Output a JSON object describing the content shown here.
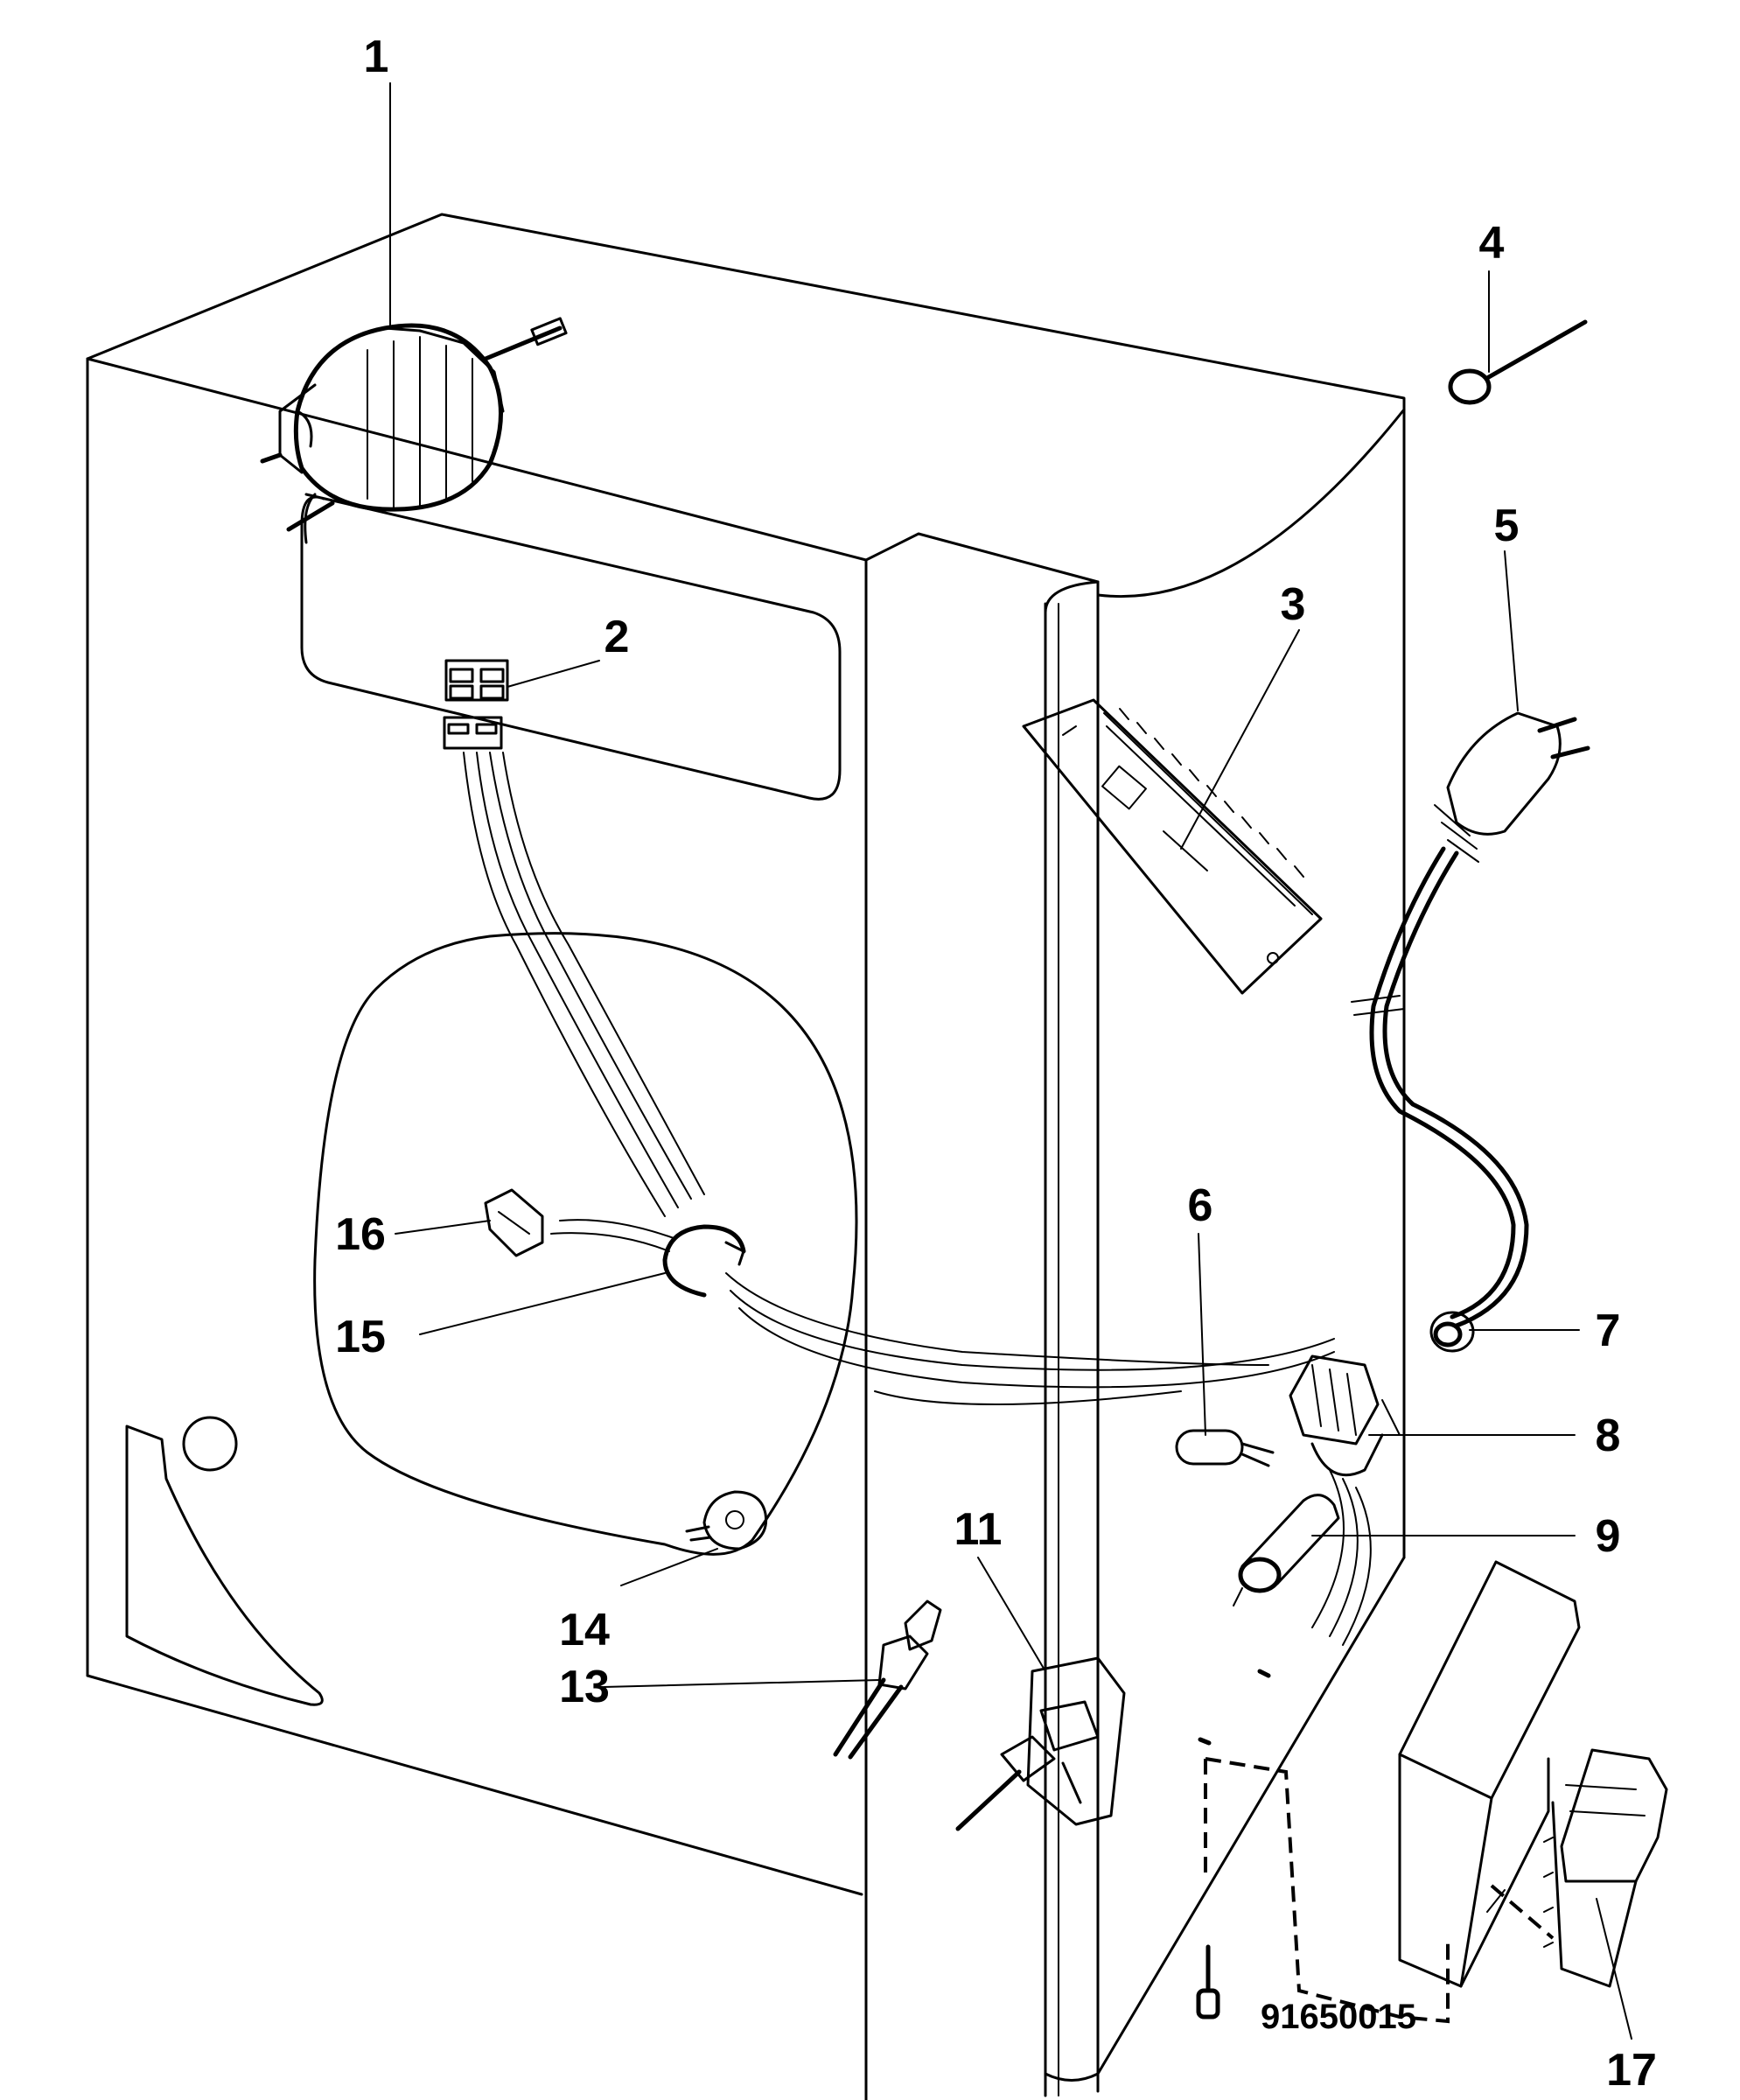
{
  "callouts": [
    {
      "number": "1"
    },
    {
      "number": "2"
    },
    {
      "number": "3"
    },
    {
      "number": "4"
    },
    {
      "number": "5"
    },
    {
      "number": "6"
    },
    {
      "number": "7"
    },
    {
      "number": "8"
    },
    {
      "number": "9"
    },
    {
      "number": "11"
    },
    {
      "number": "13"
    },
    {
      "number": "14"
    },
    {
      "number": "15"
    },
    {
      "number": "16"
    },
    {
      "number": "17"
    }
  ],
  "drawing_code": "91650015",
  "colors": {
    "ink": "#000000",
    "paper": "#ffffff"
  }
}
